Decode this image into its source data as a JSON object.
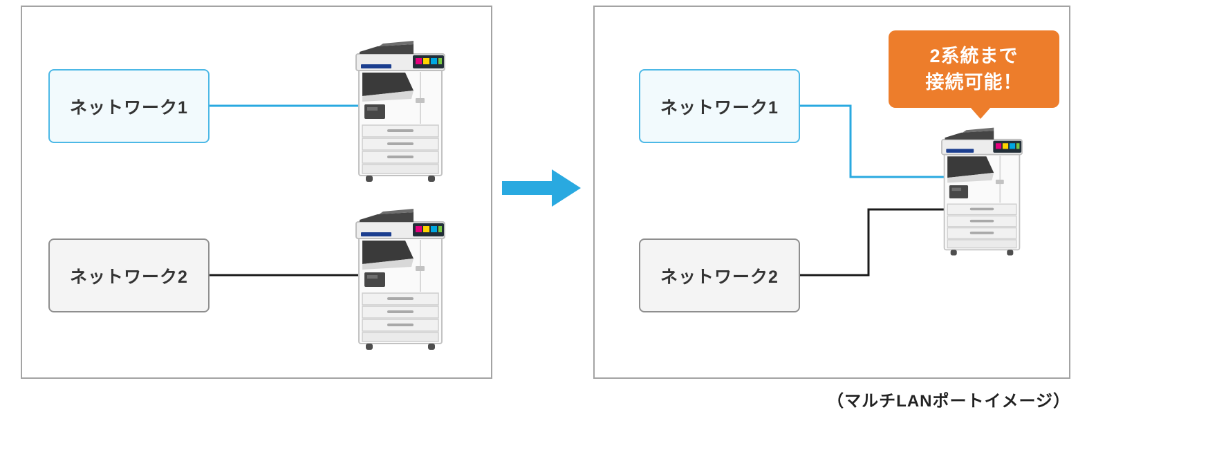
{
  "colors": {
    "accent-blue": "#29a9e0",
    "line-black": "#1a1a1a",
    "callout-orange": "#ed7d2b",
    "panel-border": "#a3a3a3",
    "net1-border": "#4cb8e6",
    "net1-bg": "#f2fafd",
    "net2-border": "#8e8e8e",
    "net2-bg": "#f4f4f4"
  },
  "before": {
    "network1_label": "ネットワーク1",
    "network2_label": "ネットワーク2"
  },
  "after": {
    "network1_label": "ネットワーク1",
    "network2_label": "ネットワーク2",
    "callout": {
      "line1": "2系統まで",
      "line2": "接続可能！"
    }
  },
  "caption": "（マルチLANポートイメージ）",
  "icons": {
    "printer": "printer-icon",
    "transition_arrow": "right-arrow-icon"
  }
}
